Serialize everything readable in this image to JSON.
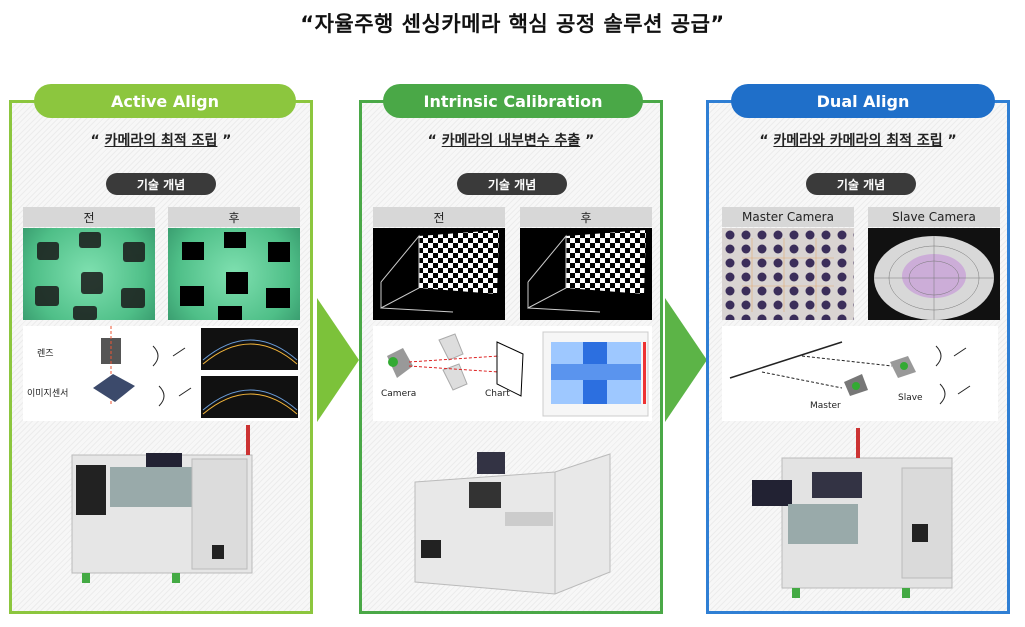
{
  "title": "“자율주행 센싱카메라 핵심 공정 솔루션 공급”",
  "panels": [
    {
      "name": "Active Align",
      "quote_prefix": "“ ",
      "quote_main": "카메라의 최적 조립",
      "quote_suffix": " ”",
      "tag": "기술 개념",
      "img_left_label": "전",
      "img_right_label": "후",
      "diagram_labels": [
        "렌즈",
        "이미지센서"
      ]
    },
    {
      "name": "Intrinsic Calibration",
      "quote_prefix": "“ ",
      "quote_main": "카메라의 내부변수 추출",
      "quote_suffix": " ”",
      "tag": "기술 개념",
      "img_left_label": "전",
      "img_right_label": "후",
      "diagram_labels": [
        "Camera",
        "Chart"
      ]
    },
    {
      "name": "Dual Align",
      "quote_prefix": "“ ",
      "quote_main": "카메라와 카메라의 최적 조립",
      "quote_suffix": " ”",
      "tag": "기술 개념",
      "img_left_label": "Master Camera",
      "img_right_label": "Slave Camera",
      "diagram_labels": [
        "Master",
        "Slave"
      ]
    }
  ],
  "colors": {
    "green_light": "#8cc63e",
    "green": "#4aa847",
    "blue": "#1f6fc9"
  }
}
